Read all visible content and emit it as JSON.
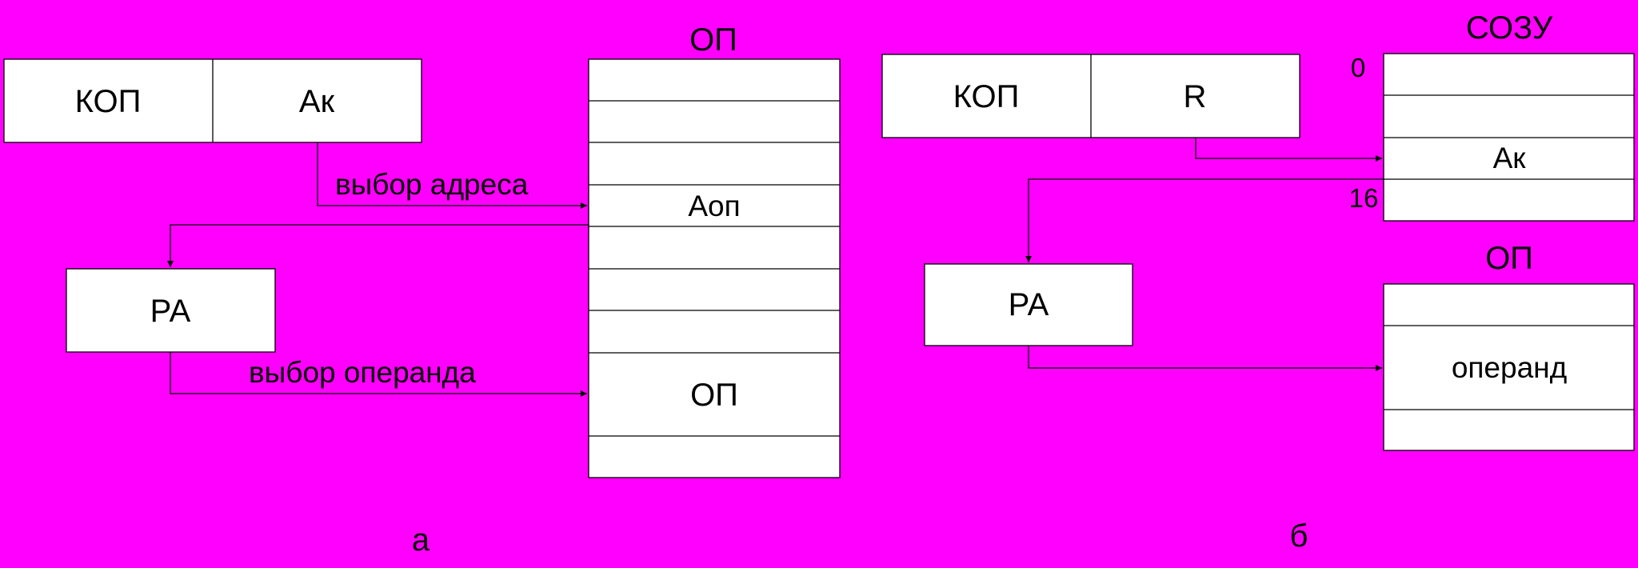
{
  "colors": {
    "background": "#FF00FF",
    "box_fill": "#FFFFFF",
    "line": "#000000"
  },
  "diagram_a": {
    "instruction": {
      "opcode": "КОП",
      "address": "Ак"
    },
    "memory_title": "ОП",
    "memory_cells": [
      "",
      "",
      "",
      "Аоп",
      "",
      "",
      "",
      "ОП",
      ""
    ],
    "register": "РА",
    "arrow_address_label": "выбор адреса",
    "arrow_operand_label": "выбор операнда",
    "caption": "а"
  },
  "diagram_b": {
    "instruction": {
      "opcode": "КОП",
      "register": "R"
    },
    "sozu_title": "СОЗУ",
    "sozu_cells": [
      "",
      "",
      "Ак",
      ""
    ],
    "sozu_index_top": "0",
    "sozu_index_bottom": "16",
    "register": "РА",
    "memory_title": "ОП",
    "memory_cells": [
      "",
      "операнд",
      ""
    ],
    "caption": "б"
  }
}
